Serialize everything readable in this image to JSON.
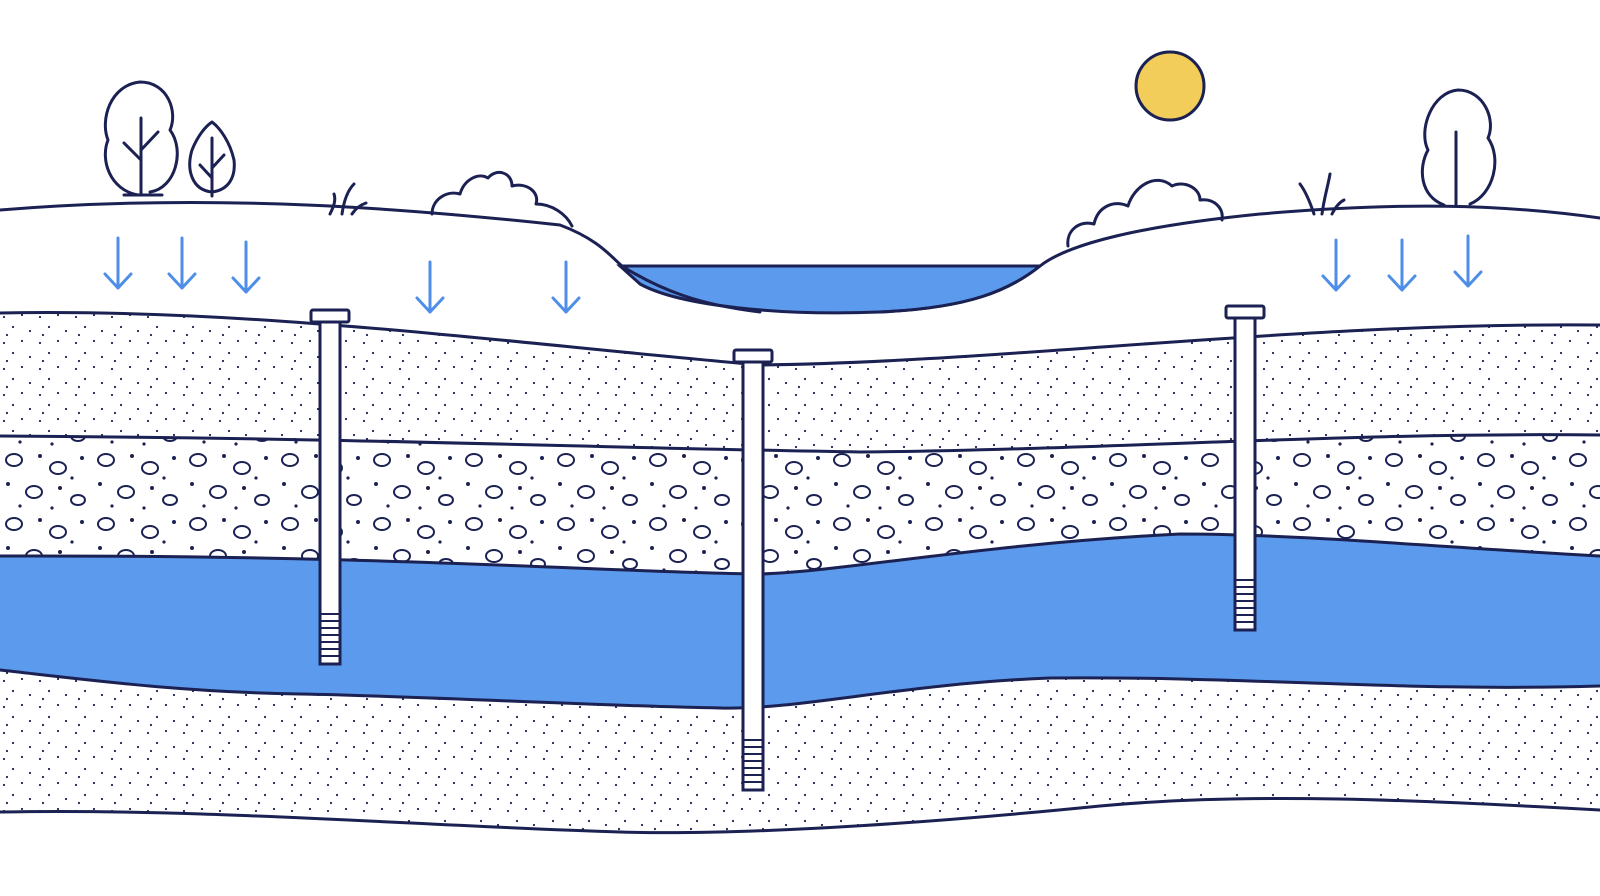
{
  "colors": {
    "outline": "#1b2152",
    "water": "#5b9aec",
    "arrow": "#4f8ee8",
    "sun": "#f3cd5a",
    "background": "#ffffff"
  },
  "layers": [
    {
      "name": "topsoil",
      "pattern": "none"
    },
    {
      "name": "fine-sand",
      "pattern": "fine-dots"
    },
    {
      "name": "gravel",
      "pattern": "pebbles"
    },
    {
      "name": "aquifer",
      "pattern": "water"
    },
    {
      "name": "lower-sand",
      "pattern": "fine-dots"
    }
  ],
  "surface_water": "lake",
  "wells": [
    {
      "name": "left-well",
      "screen_in": "aquifer"
    },
    {
      "name": "center-well",
      "screen_in": "lower-sand"
    },
    {
      "name": "right-well",
      "screen_in": "aquifer"
    }
  ],
  "recharge_arrow_count": 8,
  "icons": [
    "sun-icon",
    "tree-icon",
    "bush-icon",
    "grass-icon",
    "down-arrow-icon"
  ]
}
